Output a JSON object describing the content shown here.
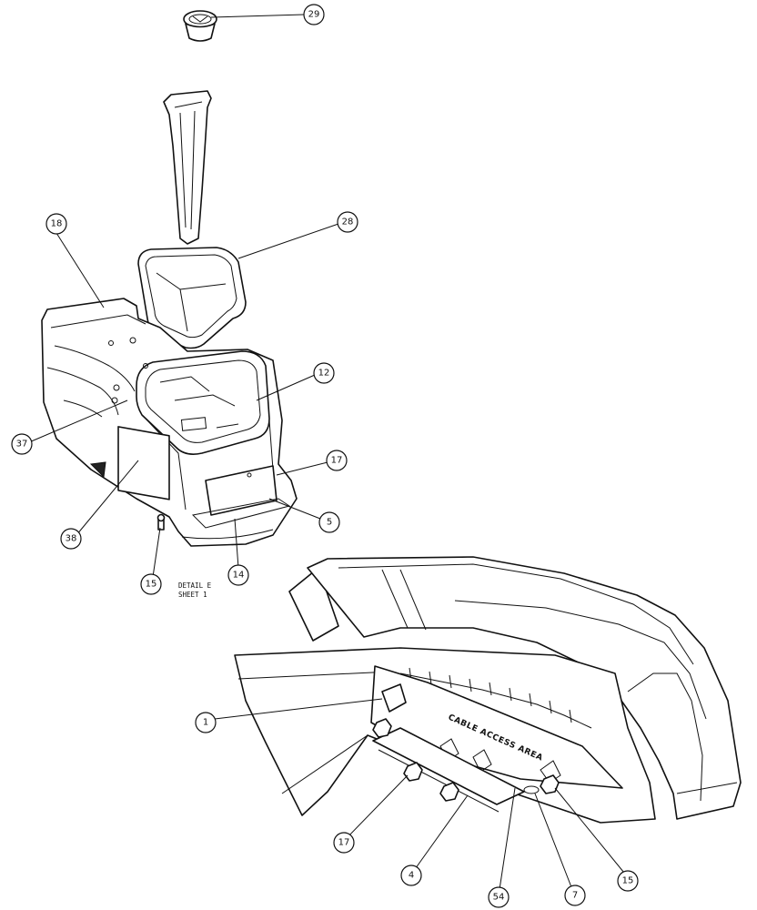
{
  "detail_note": {
    "line1": "DETAIL E",
    "line2": "SHEET 1"
  },
  "plate_label": "CABLE ACCESS AREA",
  "callouts": [
    {
      "id": "29",
      "text": "29"
    },
    {
      "id": "28",
      "text": "28"
    },
    {
      "id": "18",
      "text": "18"
    },
    {
      "id": "12",
      "text": "12"
    },
    {
      "id": "37",
      "text": "37"
    },
    {
      "id": "17a",
      "text": "17"
    },
    {
      "id": "5",
      "text": "5"
    },
    {
      "id": "38",
      "text": "38"
    },
    {
      "id": "14",
      "text": "14"
    },
    {
      "id": "15a",
      "text": "15"
    },
    {
      "id": "1",
      "text": "1"
    },
    {
      "id": "17b",
      "text": "17"
    },
    {
      "id": "4",
      "text": "4"
    },
    {
      "id": "54",
      "text": "54"
    },
    {
      "id": "7",
      "text": "7"
    },
    {
      "id": "15b",
      "text": "15"
    }
  ]
}
